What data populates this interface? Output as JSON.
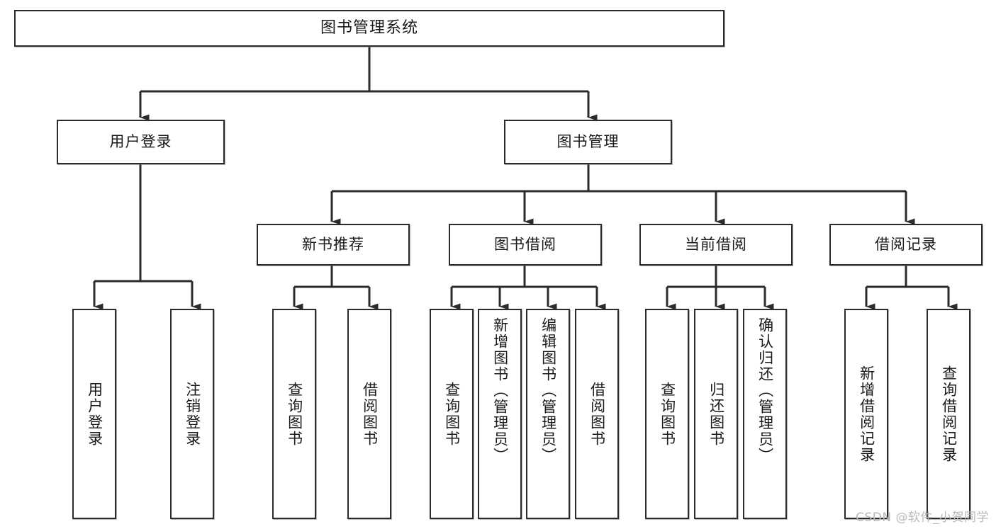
{
  "diagram": {
    "type": "tree-hierarchy",
    "title": "图书管理系统",
    "orientation": "top-down",
    "colors": {
      "node_border": "#2b2b2b",
      "node_fill": "#ffffff",
      "edge": "#2b2b2b",
      "text": "#1a1a1a",
      "watermark": "#b9b9b9",
      "background": "#ffffff"
    },
    "root": {
      "id": "root",
      "label": "图书管理系统"
    },
    "level2": [
      {
        "id": "user-login",
        "label": "用户登录"
      },
      {
        "id": "book-management",
        "label": "图书管理"
      }
    ],
    "level3": [
      {
        "id": "new-book-recommend",
        "label": "新书推荐",
        "parent": "book-management"
      },
      {
        "id": "book-borrow",
        "label": "图书借阅",
        "parent": "book-management"
      },
      {
        "id": "current-borrow",
        "label": "当前借阅",
        "parent": "book-management"
      },
      {
        "id": "borrow-record",
        "label": "借阅记录",
        "parent": "book-management"
      }
    ],
    "leaves": {
      "user_login": [
        {
          "id": "leaf-user-login",
          "label": "用户登录"
        },
        {
          "id": "leaf-logout",
          "label": "注销登录"
        }
      ],
      "new_book_recommend": [
        {
          "id": "leaf-query-book-1",
          "label": "查询图书"
        },
        {
          "id": "leaf-borrow-book-1",
          "label": "借阅图书"
        }
      ],
      "book_borrow": [
        {
          "id": "leaf-query-book-2",
          "label": "查询图书"
        },
        {
          "id": "leaf-add-book",
          "label": "新增图书（管理员）"
        },
        {
          "id": "leaf-edit-book",
          "label": "编辑图书（管理员）"
        },
        {
          "id": "leaf-borrow-book-2",
          "label": "借阅图书"
        }
      ],
      "current_borrow": [
        {
          "id": "leaf-query-book-3",
          "label": "查询图书"
        },
        {
          "id": "leaf-return-book",
          "label": "归还图书"
        },
        {
          "id": "leaf-confirm-return",
          "label": "确认归还（管理员）"
        }
      ],
      "borrow_record": [
        {
          "id": "leaf-add-record",
          "label": "新增借阅记录"
        },
        {
          "id": "leaf-query-record",
          "label": "查询借阅记录"
        }
      ]
    }
  },
  "watermark": {
    "text": "CSDN @软件_小贺同学"
  }
}
